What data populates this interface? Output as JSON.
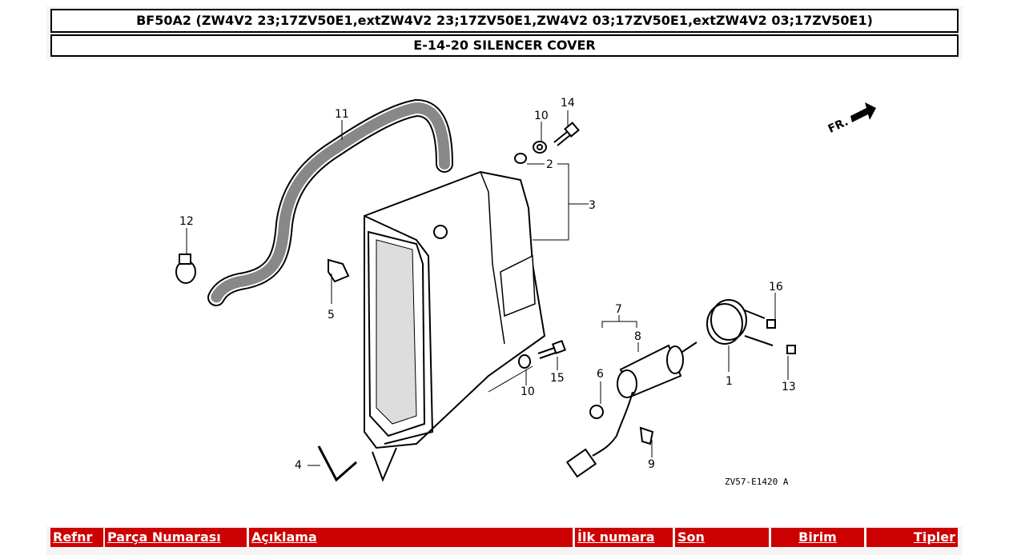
{
  "header": {
    "model": "BF50A2 (ZW4V2 23;17ZV50E1,extZW4V2 23;17ZV50E1,ZW4V2 03;17ZV50E1,extZW4V2 03;17ZV50E1)",
    "section": "E-14-20 SILENCER COVER"
  },
  "diagram": {
    "direction_label": "FR.",
    "drawing_code": "ZV57-E1420 A",
    "callouts": [
      "1",
      "2",
      "3",
      "4",
      "5",
      "6",
      "7",
      "8",
      "9",
      "10",
      "10",
      "11",
      "12",
      "13",
      "14",
      "15",
      "16"
    ]
  },
  "table": {
    "columns": [
      "Refnr",
      "Parça Numarası",
      "Açıklama",
      "İlk numara",
      "Son",
      "Birim",
      "Tipler"
    ],
    "header_bg": "#cc0000"
  }
}
